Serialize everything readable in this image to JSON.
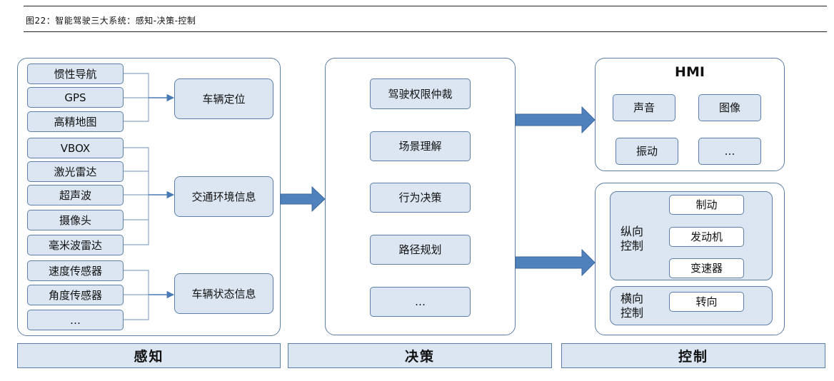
{
  "caption": "图22：智能驾驶三大系统：感知-决策-控制",
  "perception": {
    "sensors": [
      "惯性导航",
      "GPS",
      "高精地图",
      "VBOX",
      "激光雷达",
      "超声波",
      "摄像头",
      "毫米波雷达",
      "速度传感器",
      "角度传感器",
      "…"
    ],
    "outputs": [
      "车辆定位",
      "交通环境信息",
      "车辆状态信息"
    ]
  },
  "decision": {
    "items": [
      "驾驶权限仲裁",
      "场景理解",
      "行为决策",
      "路径规划",
      "…"
    ]
  },
  "hmi": {
    "title": "HMI",
    "items": [
      "声音",
      "图像",
      "振动",
      "…"
    ]
  },
  "control": {
    "longitudinal_label": "纵向控制",
    "longitudinal_items": [
      "制动",
      "发动机",
      "变速器"
    ],
    "lateral_label": "横向控制",
    "lateral_items": [
      "转向"
    ]
  },
  "footer": [
    "感知",
    "决策",
    "控制"
  ],
  "colors": {
    "box_fill": "#dce6f2",
    "border": "#5b7fa6",
    "arrow": "#4a7ab5"
  }
}
